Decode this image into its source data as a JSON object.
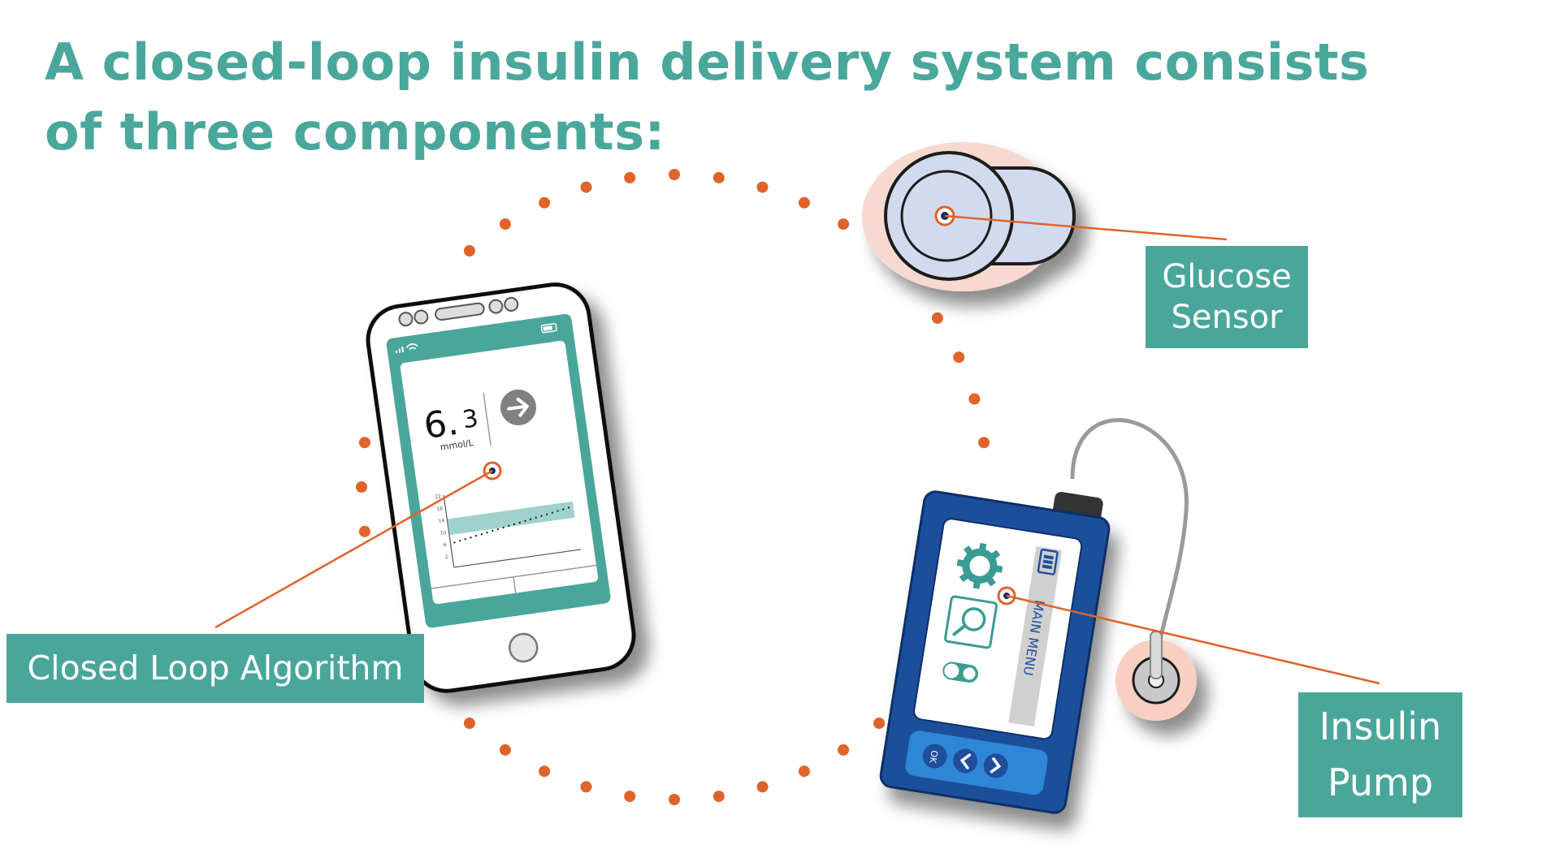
{
  "title": "A closed-loop insulin delivery system consists of three components:",
  "components": {
    "sensor": {
      "line1": "Glucose",
      "line2": "Sensor"
    },
    "algorithm": {
      "label": "Closed Loop Algorithm"
    },
    "pump": {
      "line1": "Insulin",
      "line2": "Pump"
    }
  },
  "phone_screen": {
    "reading_main": "6.",
    "reading_decimal": "3",
    "unit": "mmol/L",
    "trend": "rising",
    "y_ticks": [
      "22",
      "18",
      "14",
      "10",
      "6",
      "2"
    ]
  },
  "pump_screen": {
    "menu_label": "MAIN MENU",
    "ok_button": "OK"
  },
  "colors": {
    "teal": "#4aa69a",
    "orange_dots": "#e0632a",
    "pump_blue": "#1f4f9a",
    "sensor_pink": "#f8d9cf"
  },
  "icons": [
    "gear-icon",
    "search-icon",
    "toggle-icon",
    "battery-icon",
    "wifi-icon",
    "signal-icon",
    "arrow-right-icon"
  ]
}
